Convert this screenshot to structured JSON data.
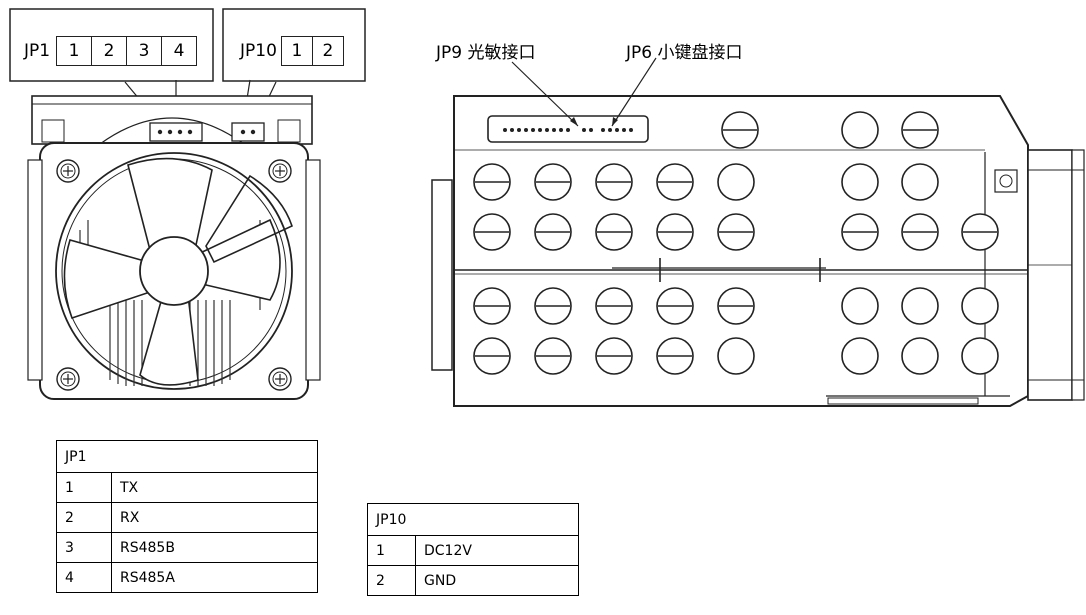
{
  "connectors": {
    "jp1": {
      "label": "JP1",
      "pins": [
        "1",
        "2",
        "3",
        "4"
      ]
    },
    "jp10": {
      "label": "JP10",
      "pins": [
        "1",
        "2"
      ]
    }
  },
  "callouts": {
    "jp9": "JP9 光敏接口",
    "jp6": "JP6 小键盘接口"
  },
  "tables": {
    "jp1": {
      "title": "JP1",
      "rows": [
        {
          "pin": "1",
          "signal": "TX"
        },
        {
          "pin": "2",
          "signal": "RX"
        },
        {
          "pin": "3",
          "signal": "RS485B"
        },
        {
          "pin": "4",
          "signal": "RS485A"
        }
      ]
    },
    "jp10": {
      "title": "JP10",
      "rows": [
        {
          "pin": "1",
          "signal": "DC12V"
        },
        {
          "pin": "2",
          "signal": "GND"
        }
      ]
    }
  }
}
